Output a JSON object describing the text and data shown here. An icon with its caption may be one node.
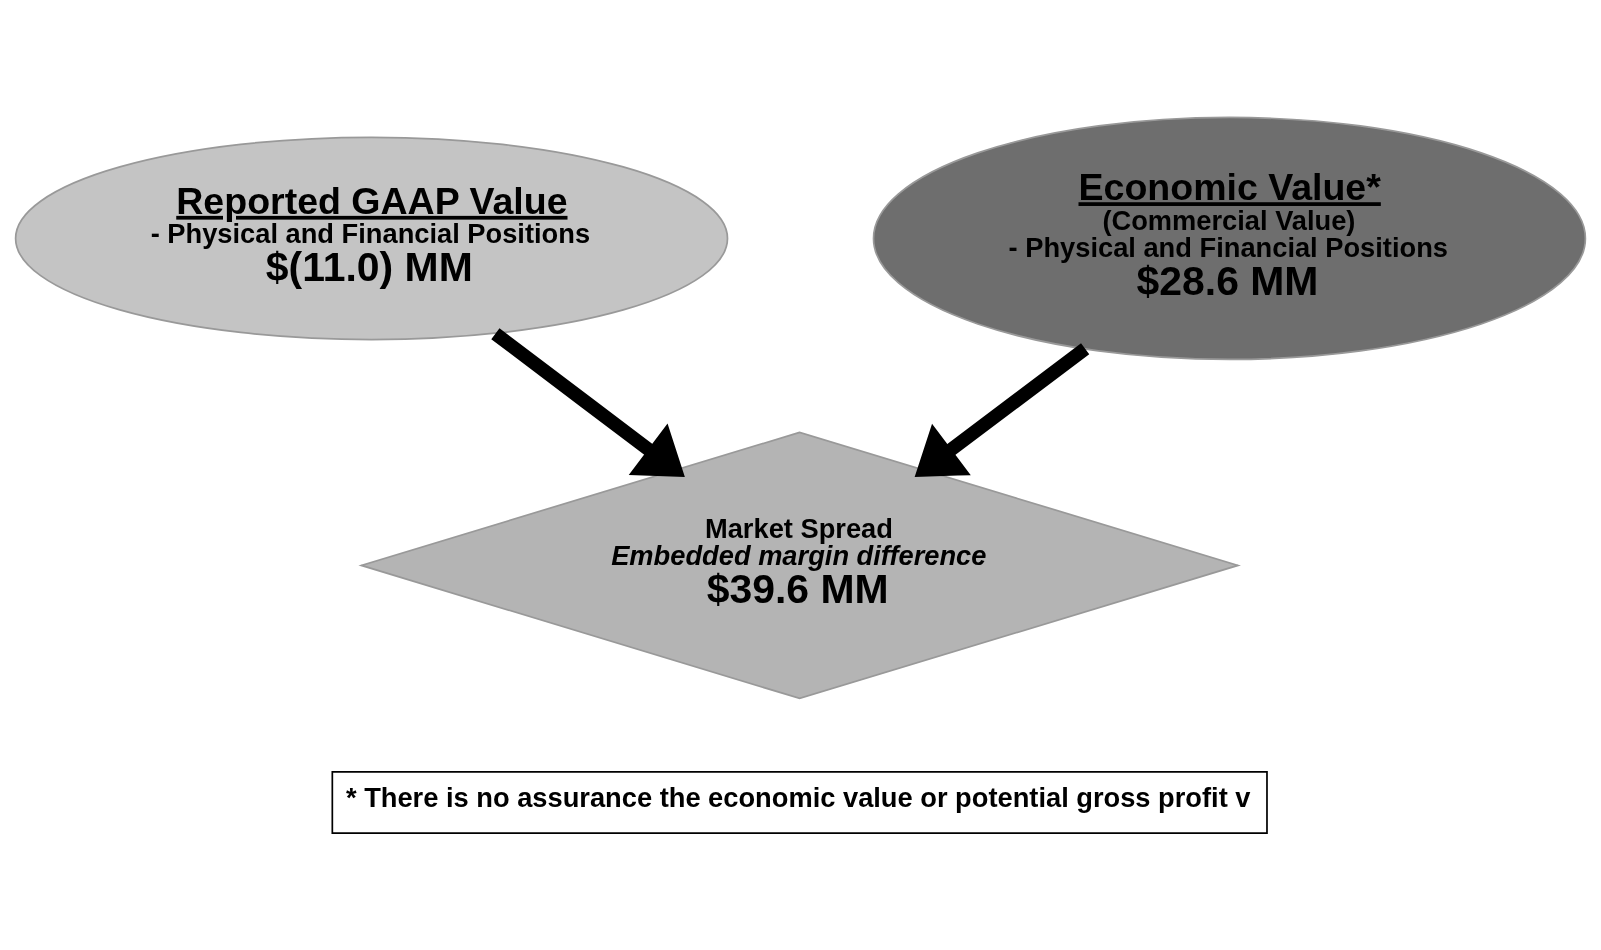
{
  "diagram": {
    "nodes": [
      {
        "text": [
          "Reported GAAP Value",
          "- Physical and Financial Positions",
          "$(11.0) MM"
        ]
      },
      {
        "text": [
          "Economic Value*",
          "(Commercial Value)",
          "- Physical and Financial Positions",
          "$28.6 MM"
        ]
      },
      {
        "text": [
          "Market Spread",
          "Embedded margin difference",
          "$39.6 MM"
        ]
      }
    ],
    "edges": [
      {
        "from": 0,
        "to": 2,
        "arrow": "to"
      },
      {
        "from": 1,
        "to": 2,
        "arrow": "to"
      }
    ],
    "labels": [
      "* There is no assurance the economic value or potential gross profit v"
    ]
  }
}
